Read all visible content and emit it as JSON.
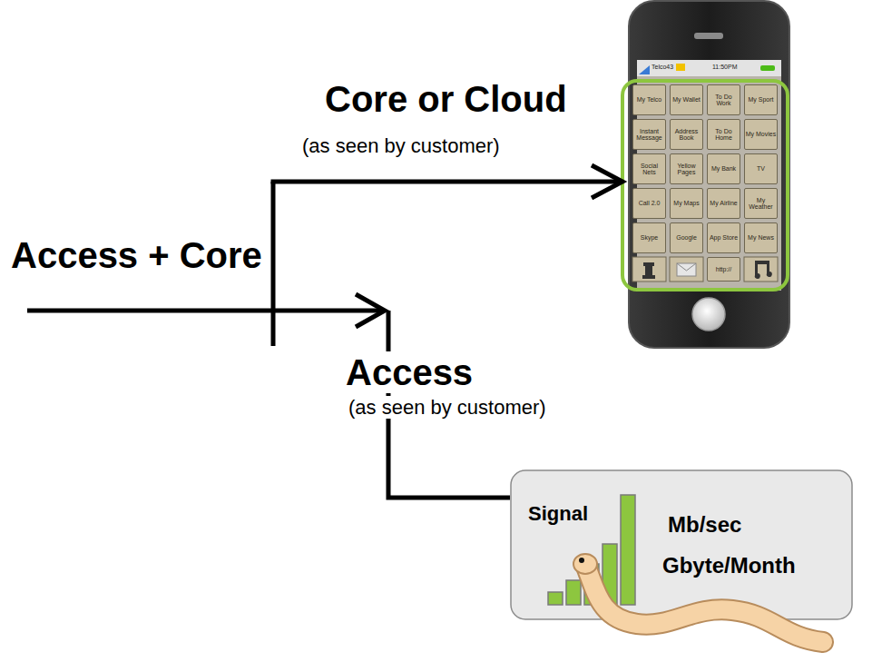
{
  "diagram": {
    "nodes": [
      {
        "text": [
          "My Telco"
        ]
      },
      {
        "text": [
          "My Wallet"
        ]
      },
      {
        "text": [
          "To Do Work"
        ]
      },
      {
        "text": [
          "My Sport"
        ]
      },
      {
        "text": [
          "Instant Message"
        ]
      },
      {
        "text": [
          "Address Book"
        ]
      },
      {
        "text": [
          "To Do Home"
        ]
      },
      {
        "text": [
          "My Movies"
        ]
      },
      {
        "text": [
          "Social Nets"
        ]
      },
      {
        "text": [
          "Yellow Pages"
        ]
      },
      {
        "text": [
          "My Bank"
        ]
      },
      {
        "text": [
          "TV"
        ]
      },
      {
        "text": [
          "Call 2.0"
        ]
      },
      {
        "text": [
          "My Maps"
        ]
      },
      {
        "text": [
          "My Airline"
        ]
      },
      {
        "text": [
          "My Weather"
        ]
      },
      {
        "text": [
          "Skype"
        ]
      },
      {
        "text": [
          "Google"
        ]
      },
      {
        "text": [
          "App Store"
        ]
      },
      {
        "text": [
          "My News"
        ]
      },
      {
        "text": [
          "http://"
        ]
      },
      {
        "text": [
          "Signal",
          "Mb/sec",
          "Gbyte/Month"
        ]
      }
    ],
    "labels": [
      "Core or Cloud",
      "(as seen by customer)",
      "Access + Core",
      "Access",
      "(as seen by customer)",
      "Telco43",
      "11:50PM"
    ]
  }
}
